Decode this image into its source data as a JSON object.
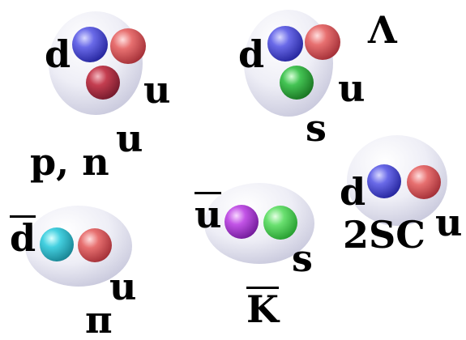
{
  "colors": {
    "cloud": "#d8d8e8",
    "down_quark": "#3b3bc8",
    "up_quark": "#d85050",
    "up_quark_dark": "#a82b3c",
    "strange_quark": "#2fae3e",
    "anti_down_quark": "#33c4d8",
    "anti_up_quark": "#b640d8",
    "anti_strange_quark": "#56d85c"
  },
  "particles": {
    "nucleon": {
      "name": "p, n",
      "quarks": [
        "d",
        "u",
        "u"
      ]
    },
    "lambda": {
      "name": "Λ",
      "quarks": [
        "d",
        "u",
        "s"
      ]
    },
    "diquark": {
      "name": "2SC",
      "quarks": [
        "d",
        "u"
      ]
    },
    "pion": {
      "name": "π",
      "quarks": [
        "d",
        "u"
      ]
    },
    "kaon": {
      "name": "K",
      "quarks": [
        "u",
        "s"
      ]
    }
  }
}
